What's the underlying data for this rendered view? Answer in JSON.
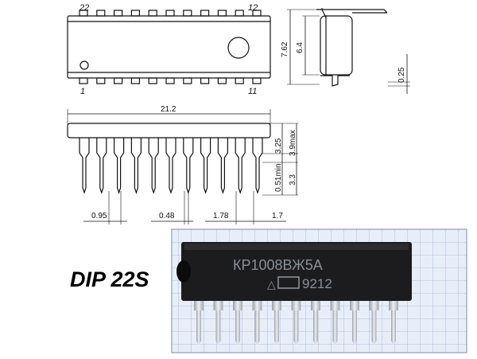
{
  "package_title": "DIP 22S",
  "top_view": {
    "pin_top_left": "22",
    "pin_top_right": "12",
    "pin_bottom_left": "1",
    "pin_bottom_right": "11"
  },
  "side_view": {
    "w1": "7.62",
    "w2": "6.4",
    "w3": "0.25"
  },
  "front_view": {
    "length": "21.2",
    "h_body": "3.25",
    "h_max": "3.9max",
    "standoff": "0.51min",
    "pin_len": "3.3",
    "lead_width": "0.95",
    "pin_width": "0.48",
    "pitch": "1.78",
    "pin_end": "1.7"
  },
  "photo": {
    "marking_line1": "КР1008ВЖ5А",
    "marking_line2": "9212"
  },
  "colors": {
    "line": "#111111",
    "photo_grid_bg": "#e8eef8",
    "photo_grid_line": "#9fb3dc",
    "chip_body": "#1c1c1e",
    "pin_metal": "#c9ccd2"
  }
}
